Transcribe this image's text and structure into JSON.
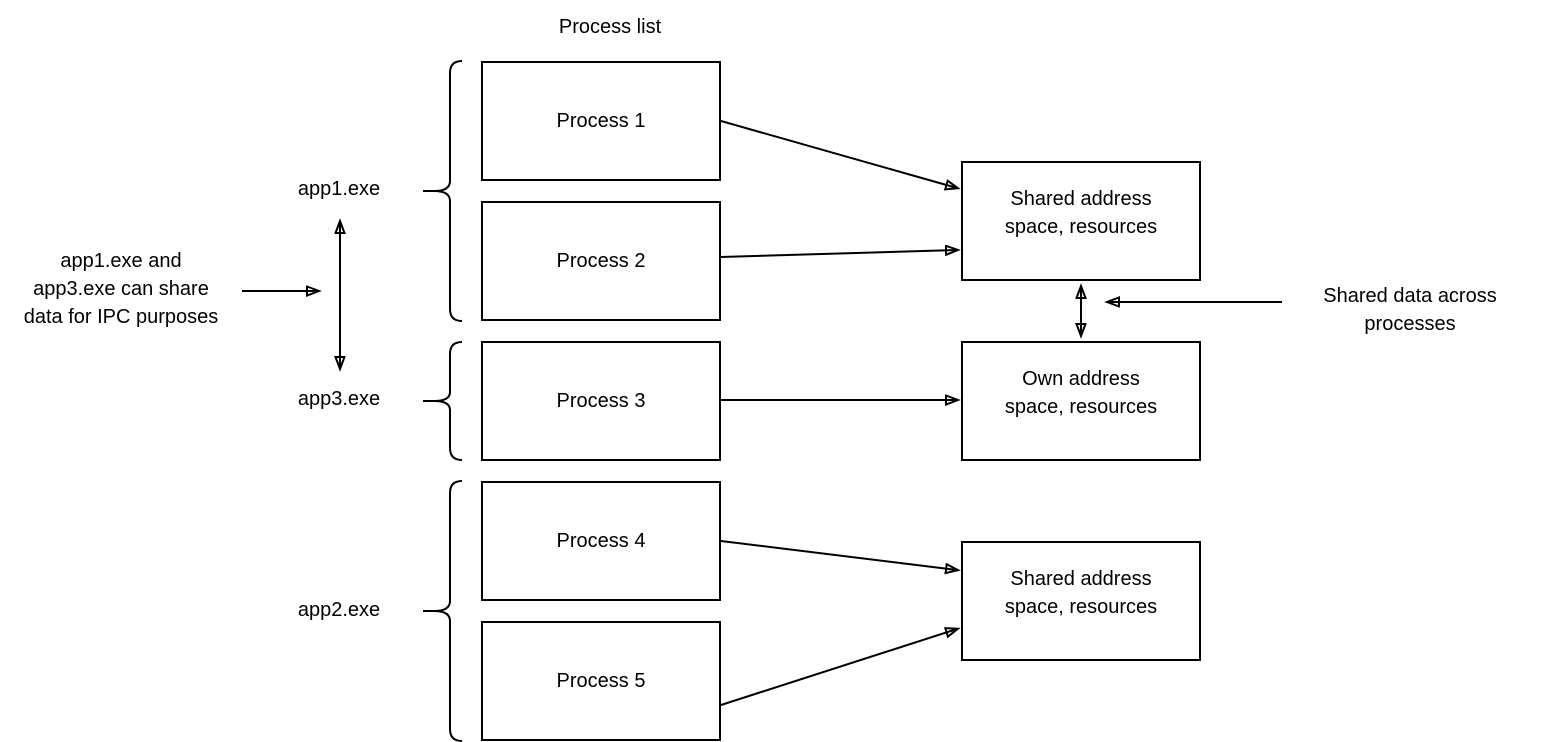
{
  "canvas": {
    "background_color": "#ffffff",
    "stroke_color": "#000000",
    "text_color": "#000000"
  },
  "diagram": {
    "title": "Process list",
    "processes": [
      {
        "label": "Process 1"
      },
      {
        "label": "Process 2"
      },
      {
        "label": "Process 3"
      },
      {
        "label": "Process 4"
      },
      {
        "label": "Process 5"
      }
    ],
    "groups": [
      {
        "label": "app1.exe"
      },
      {
        "label": "app3.exe"
      },
      {
        "label": "app2.exe"
      }
    ],
    "address_boxes": [
      {
        "lines": [
          "Shared address",
          "space, resources"
        ]
      },
      {
        "lines": [
          "Own address",
          "space, resources"
        ]
      },
      {
        "lines": [
          "Shared address",
          "space, resources"
        ]
      }
    ],
    "annotations": {
      "ipc_note": {
        "lines": [
          "app1.exe and",
          "app3.exe can share",
          "data for IPC purposes"
        ]
      },
      "shared_data_note": {
        "lines": [
          "Shared data across",
          "processes"
        ]
      }
    }
  }
}
